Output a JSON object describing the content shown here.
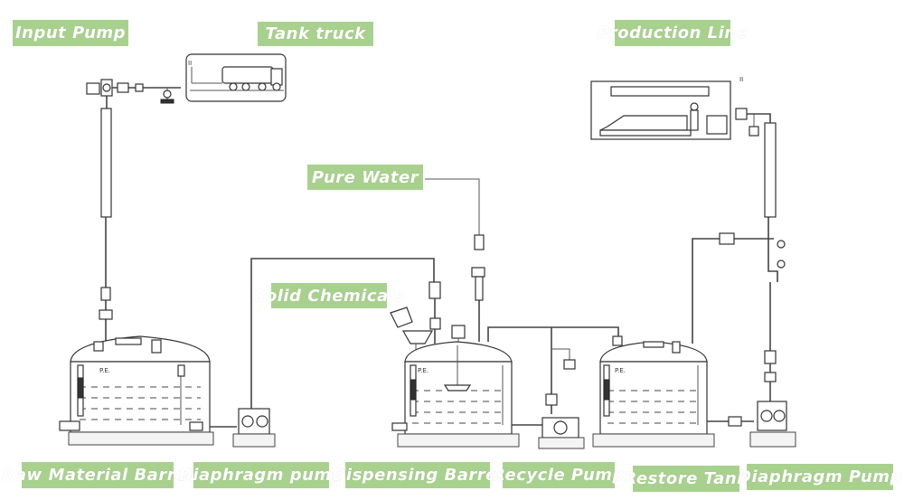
{
  "labels": {
    "input_pump": "Input Pump",
    "tank_truck": "Tank truck",
    "production_line": "Production Line",
    "pure_water": "Pure Water",
    "solid_chemicals": "Solid Chemicals",
    "raw_material_barrel": "Raw Material Barrel",
    "diaphragm_pump_1": "Diaphragm pump",
    "dispensing_barrel": "Dispensing Barrel",
    "recycle_pump": "Recycle Pump",
    "restore_tank": "Restore Tank",
    "diaphragm_pump_2": "Diaphragm Pump"
  },
  "tank_marks": {
    "raw": "P.E.",
    "dispensing": "P.E.",
    "restore": "P.E."
  },
  "colors": {
    "label_bg": "#a9d18e",
    "label_text": "#ffffff",
    "line": "#444444"
  }
}
